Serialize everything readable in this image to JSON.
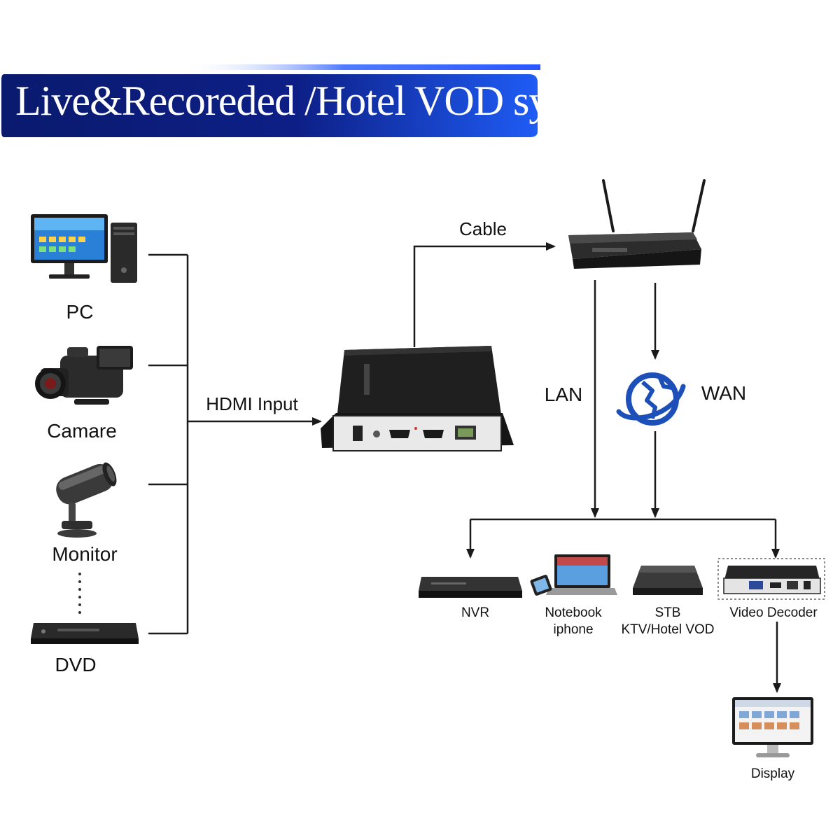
{
  "title": "Live&Recoreded /Hotel VOD system",
  "colors": {
    "banner_dark": "#0a1a6e",
    "banner_light": "#1f5cf5",
    "line": "#1a1a1a",
    "globe": "#1d4fb8"
  },
  "sources": [
    {
      "label": "PC",
      "icon": "pc-icon"
    },
    {
      "label": "Camare",
      "icon": "camcorder-icon"
    },
    {
      "label": "Monitor",
      "icon": "cctv-camera-icon"
    },
    {
      "label": "DVD",
      "icon": "dvd-player-icon"
    }
  ],
  "links": {
    "hdmi_input": "HDMI Input",
    "cable": "Cable",
    "lan": "LAN",
    "wan": "WAN"
  },
  "encoder": {
    "icon": "video-encoder-icon"
  },
  "router": {
    "icon": "wifi-router-icon"
  },
  "globe": {
    "icon": "globe-icon"
  },
  "endpoints": [
    {
      "label": "NVR",
      "icon": "nvr-icon"
    },
    {
      "label": "Notebook",
      "label2": "iphone",
      "icon": "notebook-phone-icon"
    },
    {
      "label": "STB",
      "label2": "KTV/Hotel VOD",
      "icon": "stb-icon"
    },
    {
      "label": "Video Decoder",
      "icon": "video-decoder-icon"
    }
  ],
  "display": {
    "label": "Display",
    "icon": "display-icon"
  }
}
